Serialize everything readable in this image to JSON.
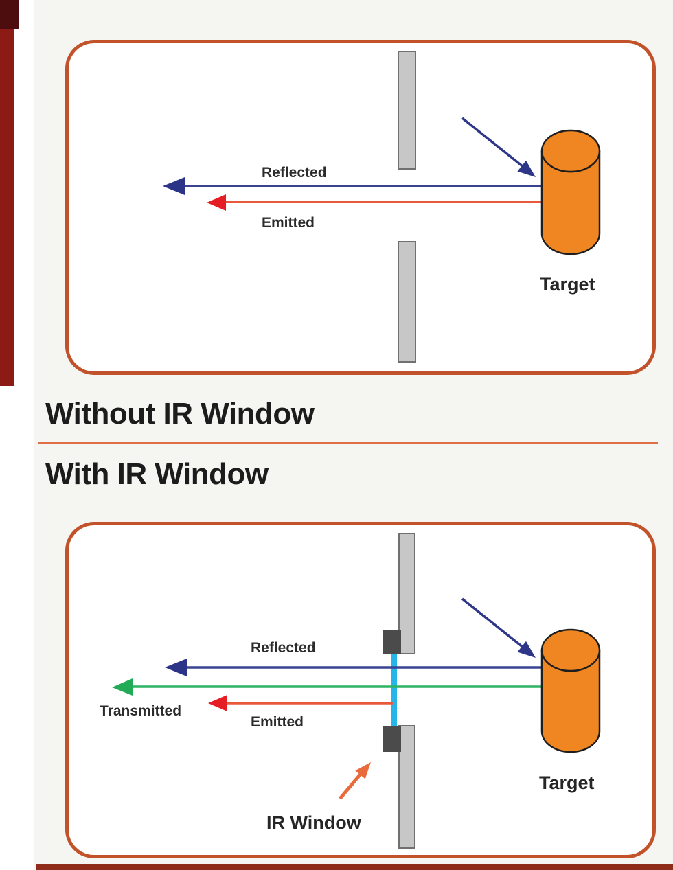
{
  "titles": {
    "without": "Without IR Window",
    "with": "With IR Window"
  },
  "top_diagram": {
    "reflected_label": "Reflected",
    "emitted_label": "Emitted",
    "target_label": "Target"
  },
  "bottom_diagram": {
    "reflected_label": "Reflected",
    "transmitted_label": "Transmitted",
    "emitted_label": "Emitted",
    "ir_window_label": "IR Window",
    "target_label": "Target"
  },
  "colors": {
    "box_border": "#c2522a",
    "divider_orange": "#e06f46",
    "reflected_blue_line": "#3a4392",
    "reflected_blue_head": "#2c3488",
    "incident_navy": "#2e3787",
    "emitted_red_line": "#e8593c",
    "emitted_red_head": "#e51e25",
    "transmitted_green_line": "#2eb463",
    "transmitted_green_head": "#21ab56",
    "ir_window_cyan": "#25b5e8",
    "target_orange": "#ef8621",
    "cylinder_outline": "#1e1e1e",
    "panel_gray_fill": "#c7c7c7",
    "panel_gray_border": "#707070",
    "clamp_dark_gray": "#4b4b4b",
    "pointer_orange": "#e96b3c",
    "edge_maroon": "#8c1b15",
    "page_background": "#f5f5f2"
  }
}
